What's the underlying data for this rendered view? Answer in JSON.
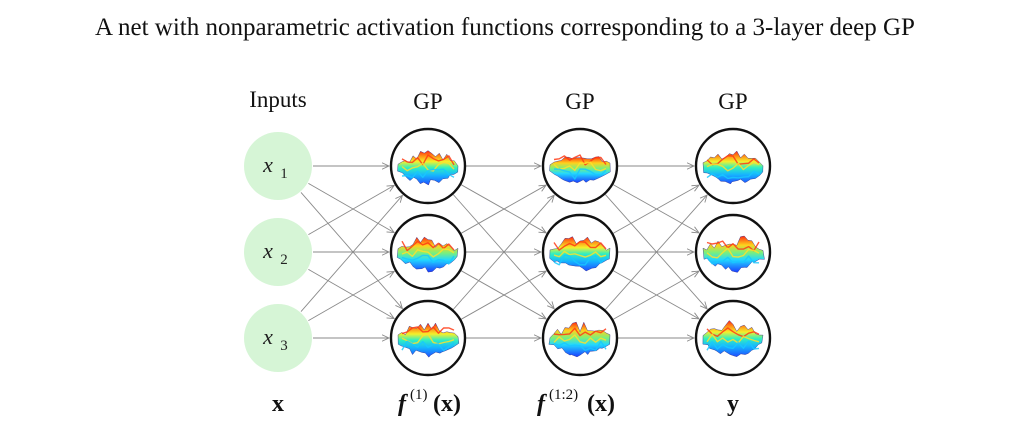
{
  "title": "A net with nonparametric activation functions corresponding to a 3-layer deep GP",
  "columns": {
    "inputs_header": "Inputs",
    "layer_headers": [
      "GP",
      "GP",
      "GP"
    ]
  },
  "inputs": [
    {
      "var": "x",
      "sub": "1"
    },
    {
      "var": "x",
      "sub": "2"
    },
    {
      "var": "x",
      "sub": "3"
    }
  ],
  "bottom_labels": {
    "inputs": "x",
    "layer1": {
      "func": "f",
      "sup": "(1)",
      "arg": "(x)"
    },
    "layer2": {
      "func": "f",
      "sup": "(1:2)",
      "arg": "(x)"
    },
    "output": "y"
  },
  "colors": {
    "input_node": "#d6f5d6",
    "gp_node_stroke": "#111111",
    "edge": "#8a8a8a",
    "surface_low": "#1f6fff",
    "surface_mid": "#2ee6c8",
    "surface_high": "#ff2a1a"
  },
  "icons": [
    "gp-surface-icon"
  ]
}
